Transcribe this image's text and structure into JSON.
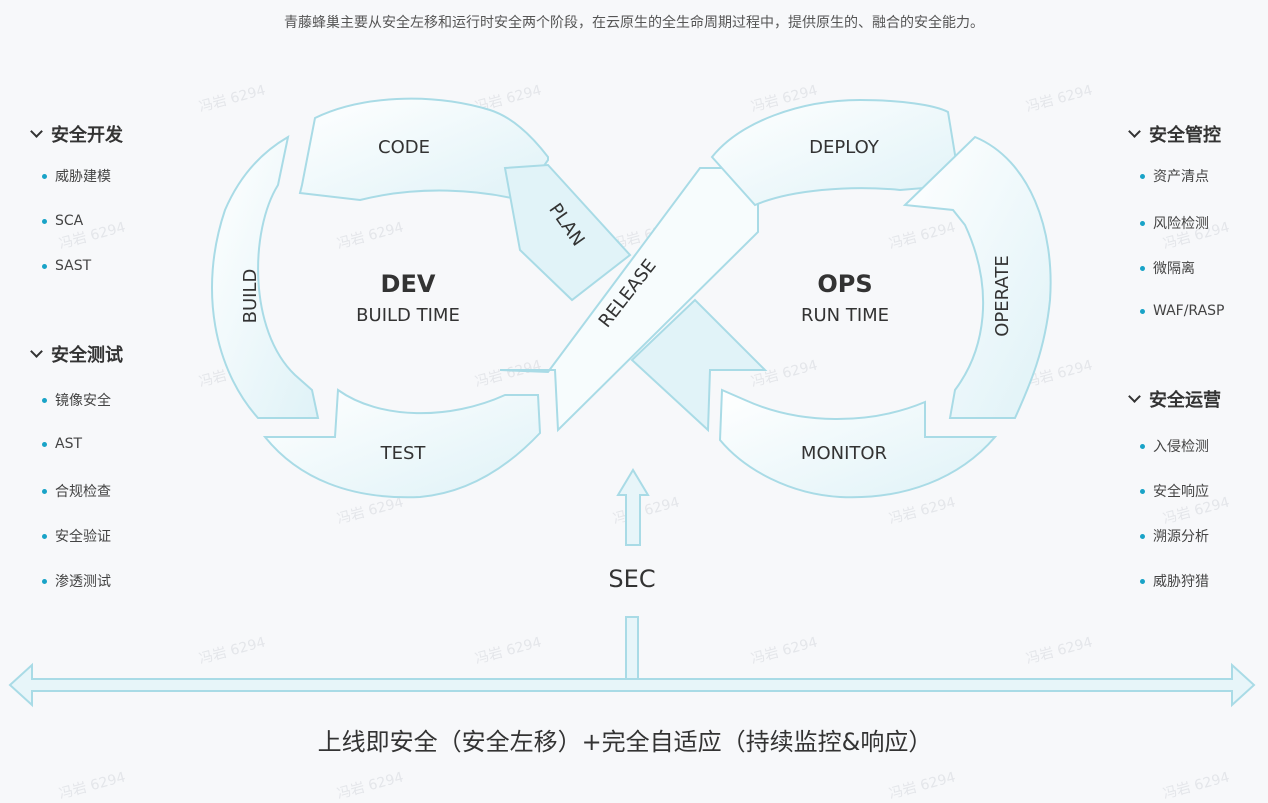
{
  "subtitle": "青藤蜂巢主要从安全左移和运行时安全两个阶段，在云原生的全生命周期过程中，提供原生的、融合的安全能力。",
  "watermark": "冯岩 6294",
  "left_groups": [
    {
      "title": "安全开发",
      "items": [
        "威胁建模",
        "SCA",
        "SAST"
      ]
    },
    {
      "title": "安全测试",
      "items": [
        "镜像安全",
        "AST",
        "合规检查",
        "安全验证",
        "渗透测试"
      ]
    }
  ],
  "right_groups": [
    {
      "title": "安全管控",
      "items": [
        "资产清点",
        "风险检测",
        "微隔离",
        "WAF/RASP"
      ]
    },
    {
      "title": "安全运营",
      "items": [
        "入侵检测",
        "安全响应",
        "溯源分析",
        "威胁狩猎"
      ]
    }
  ],
  "diagram": {
    "dev_title": "DEV",
    "dev_sub": "BUILD TIME",
    "ops_title": "OPS",
    "ops_sub": "RUN TIME",
    "stages": {
      "code": "CODE",
      "build": "BUILD",
      "test": "TEST",
      "plan": "PLAN",
      "release": "RELEASE",
      "deploy": "DEPLOY",
      "operate": "OPERATE",
      "monitor": "MONITOR"
    },
    "sec": "SEC"
  },
  "bottom_caption": "上线即安全（安全左移）+完全自适应（持续监控&响应）",
  "colors": {
    "stroke": "#a9dbe6",
    "fill_light": "#f4fbfd",
    "fill_mid": "#e1f3f8",
    "accent": "#19a3c7"
  }
}
